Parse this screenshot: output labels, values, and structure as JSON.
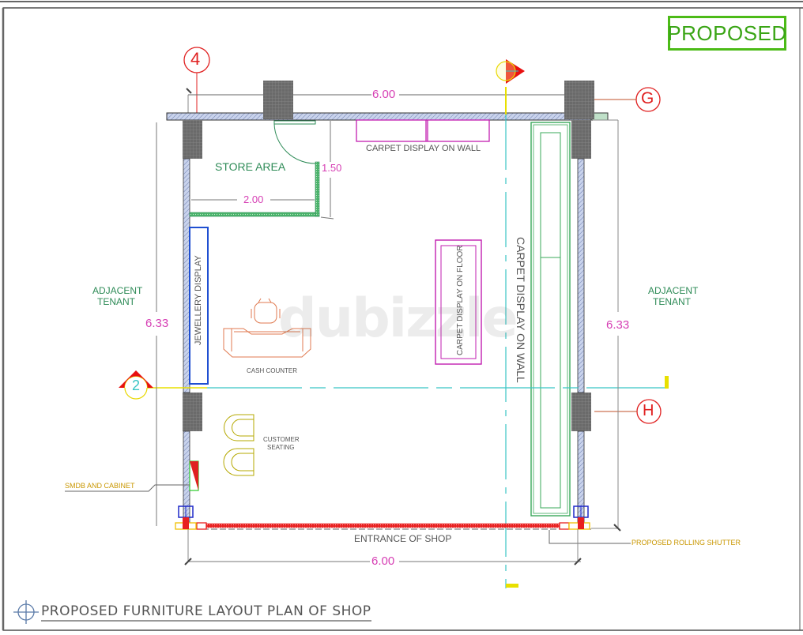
{
  "stamp": {
    "label": "PROPOSED",
    "color": "#4cbb17"
  },
  "drawing_title": "PROPOSED FURNITURE LAYOUT PLAN OF SHOP",
  "grid_markers": {
    "top_left": "4",
    "top_right": "G",
    "right_lower": "H",
    "section_left": "2"
  },
  "dimensions": {
    "top_width": "6.00",
    "bottom_width": "6.00",
    "left_height": "6.33",
    "right_height": "6.33",
    "store_width": "2.00",
    "store_depth": "1.50"
  },
  "labels": {
    "store_area": "STORE AREA",
    "carpet_wall_top": "CARPET DISPLAY ON WALL",
    "carpet_wall_right": "CARPET DISPLAY ON WALL",
    "carpet_floor": "CARPET DISPLAY ON FLOOR",
    "jewellery": "JEWELLERY DISPLAY",
    "cash_counter": "CASH COUNTER",
    "customer_seating_1": "CUSTOMER",
    "customer_seating_2": "SEATING",
    "adjacent_left_1": "ADJACENT",
    "adjacent_left_2": "TENANT",
    "adjacent_right_1": "ADJACENT",
    "adjacent_right_2": "TENANT",
    "entrance": "ENTRANCE OF SHOP",
    "smdb": "SMDB AND CABINET",
    "rolling_shutter": "PROPOSED ROLLING SHUTTER"
  },
  "watermark": "dubizzle",
  "colors": {
    "dimension": "#d63fb4",
    "grid_marker": "#e02020",
    "wall_hatch": "#b8c4e0",
    "column": "#6b6b6b",
    "store_wall": "#3aa85a",
    "jewellery": "#1f4fd1",
    "carpet": "#c21eb0",
    "furniture": "#e07a50",
    "seating": "#b5a800",
    "shutter": "#e82020",
    "section_line": "#39c5c5"
  }
}
